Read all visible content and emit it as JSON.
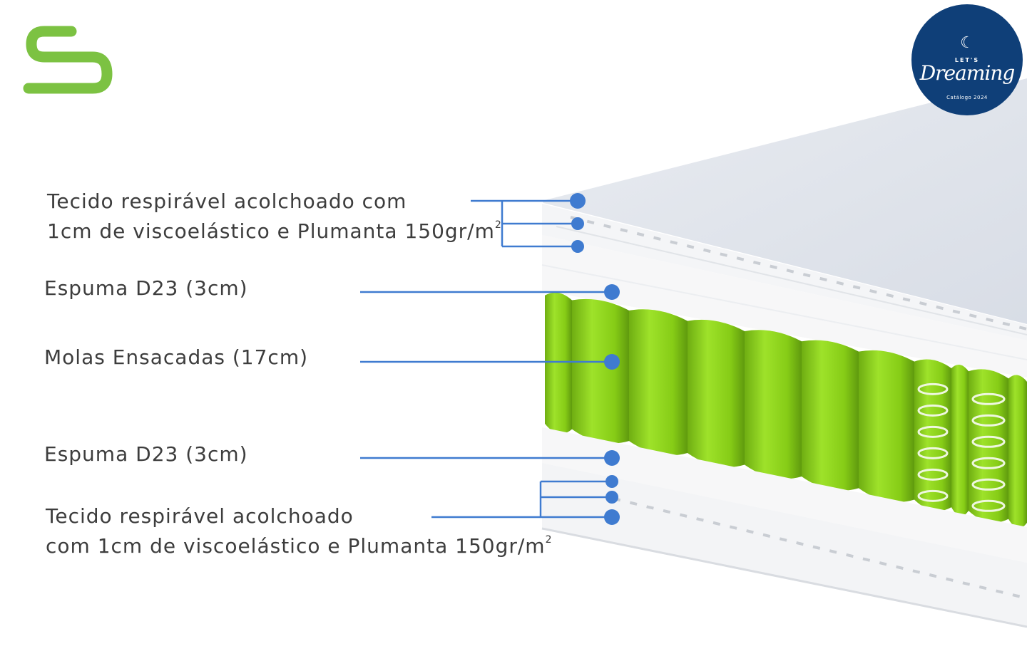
{
  "layers": [
    {
      "id": "top-fabric",
      "lines": [
        "Tecido respirável acolchoado com",
        "1cm de viscoelástico e Plumanta 150gr/m"
      ],
      "sup": "2"
    },
    {
      "id": "top-foam",
      "lines": [
        "Espuma D23 (3cm)"
      ]
    },
    {
      "id": "springs",
      "lines": [
        "Molas Ensacadas (17cm)"
      ]
    },
    {
      "id": "bottom-foam",
      "lines": [
        "Espuma D23 (3cm)"
      ]
    },
    {
      "id": "bottom-fabric",
      "lines": [
        "Tecido respirável acolchoado",
        "com 1cm de viscoelástico e Plumanta 150gr/m"
      ],
      "sup": "2"
    }
  ],
  "badge": {
    "lets": "LET'S",
    "title": "Dreaming",
    "subtitle": "Catálogo 2024"
  },
  "colors": {
    "brand_green": "#7cc242",
    "leader_blue": "#3f7bd0",
    "badge_navy": "#0f3f78",
    "spring_green": "#8bd11a"
  },
  "icons": {
    "logo": "s-logo-icon",
    "badge_moon": "moon-icon"
  }
}
